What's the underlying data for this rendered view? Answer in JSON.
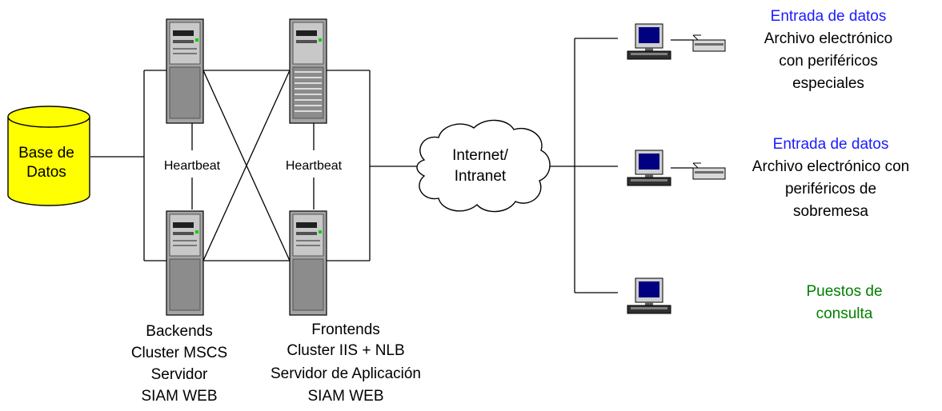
{
  "database": {
    "line1": "Base de",
    "line2": "Datos",
    "fill_color": "#ffff00"
  },
  "heartbeat": {
    "left": "Heartbeat",
    "right": "Heartbeat"
  },
  "backends": {
    "line1": "Backends",
    "line2": "Cluster MSCS",
    "line3": "Servidor",
    "line4": "SIAM WEB"
  },
  "frontends": {
    "line1": "Frontends",
    "line2": "Cluster IIS + NLB",
    "line3": "Servidor de Aplicación",
    "line4": "SIAM WEB"
  },
  "cloud": {
    "line1": "Internet/",
    "line2": "Intranet"
  },
  "client1": {
    "title": "Entrada de datos",
    "line1": "Archivo electrónico",
    "line2": "con periféricos",
    "line3": "especiales"
  },
  "client2": {
    "title": "Entrada de datos",
    "line1": "Archivo electrónico con",
    "line2": "periféricos de",
    "line3": "sobremesa"
  },
  "client3": {
    "line1": "Puestos de",
    "line2": "consulta"
  },
  "colors": {
    "blue_text": "#1c1cff",
    "green_text": "#008000",
    "monitor_screen": "#000080",
    "server_body": "#9a9a9a"
  }
}
